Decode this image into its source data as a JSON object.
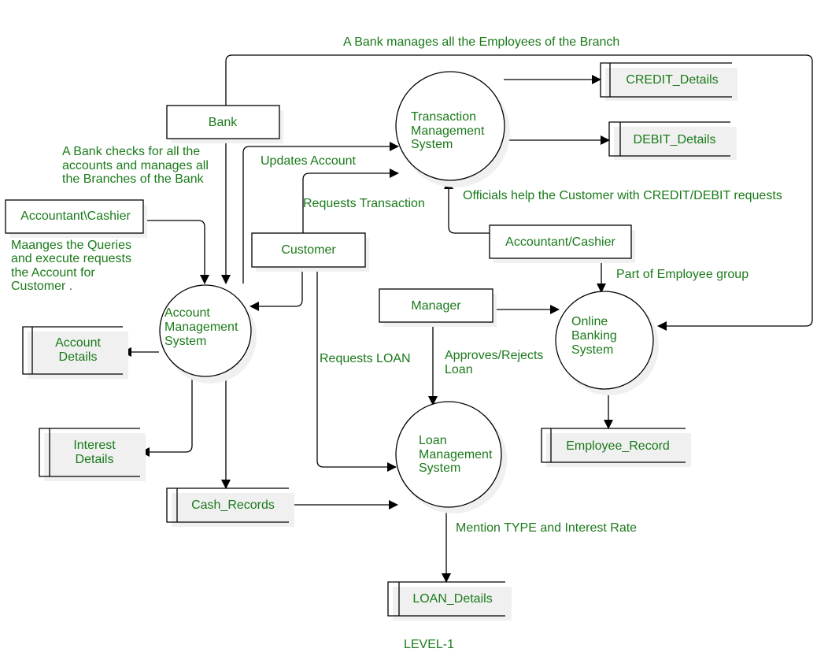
{
  "diagram": {
    "footer": "LEVEL-1",
    "processes": {
      "transaction": [
        "Transaction",
        "Management",
        "System"
      ],
      "account": [
        "Account",
        "Management",
        "System"
      ],
      "online_banking": [
        "Online",
        "Banking",
        "System"
      ],
      "loan": [
        "Loan",
        "Management",
        "System"
      ]
    },
    "entities": {
      "bank": "Bank",
      "accountant_cashier_left": "Accountant\\Cashier",
      "customer": "Customer",
      "accountant_cashier_right": "Accountant/Cashier",
      "manager": "Manager"
    },
    "data_stores": {
      "credit": "CREDIT_Details",
      "debit": "DEBIT_Details",
      "account_details": [
        "Account",
        "Details"
      ],
      "interest_details": [
        "Interest",
        "Details"
      ],
      "cash_records": "Cash_Records",
      "employee_record": "Employee_Record",
      "loan_details": "LOAN_Details"
    },
    "labels": {
      "bank_manages": "A Bank manages all the Employees of the Branch",
      "bank_checks": [
        "A Bank checks for all the",
        "accounts and manages all",
        "the Branches of the Bank"
      ],
      "updates_account": "Updates Account",
      "requests_transaction": "Requests Transaction",
      "officials_help": "Officials help the Customer with CREDIT/DEBIT requests",
      "manages_queries": [
        "Maanges the Queries",
        "and execute requests",
        "the Account for",
        "Customer ."
      ],
      "part_of_employee": "Part of Employee group",
      "requests_loan": "Requests LOAN",
      "approves_rejects": [
        "Approves/Rejects",
        "Loan"
      ],
      "mention_type": "Mention TYPE and Interest Rate"
    }
  }
}
